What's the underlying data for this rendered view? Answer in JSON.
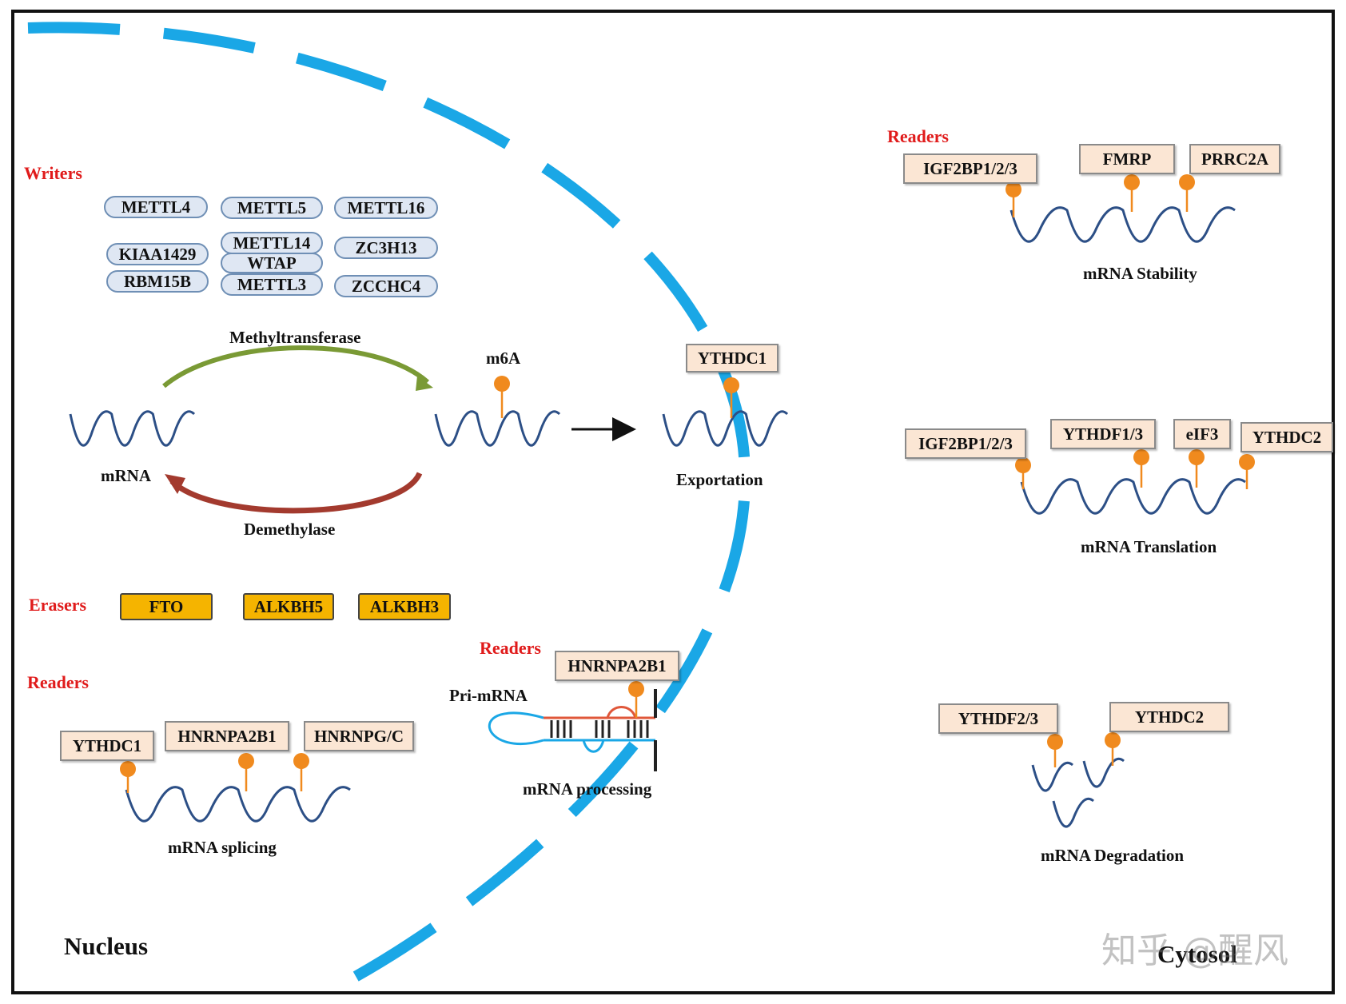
{
  "colors": {
    "membrane": "#1aa7e6",
    "wave": "#2c4f86",
    "pin": "#f08a1e",
    "writer_fill": "#dfe7f3",
    "reader_fill": "#fbe6d4",
    "eraser_fill": "#f5b400",
    "label_red": "#e01b1b",
    "methyl_arrow": "#7a9a35",
    "demethyl_arrow": "#a33a2e"
  },
  "nucleus": {
    "writers_label": "Writers",
    "writers": [
      "METTL4",
      "METTL5",
      "METTL16",
      "KIAA1429",
      "METTL14",
      "WTAP",
      "ZC3H13",
      "RBM15B",
      "METTL3",
      "ZCCHC4"
    ],
    "methyltransferase_label": "Methyltransferase",
    "demethylase_label": "Demethylase",
    "mrna_label": "mRNA",
    "m6a_label": "m6A",
    "export_reader": "YTHDC1",
    "exportation_label": "Exportation",
    "erasers_label": "Erasers",
    "erasers": [
      "FTO",
      "ALKBH5",
      "ALKBH3"
    ],
    "splicing_readers_label": "Readers",
    "splicing_readers": [
      "YTHDC1",
      "HNRNPA2B1",
      "HNRNPG/C"
    ],
    "splicing_label": "mRNA splicing",
    "processing_readers_label": "Readers",
    "processing_reader": "HNRNPA2B1",
    "pri_mrna_label": "Pri-mRNA",
    "processing_label": "mRNA processing",
    "title": "Nucleus"
  },
  "cytosol": {
    "stability_readers_label": "Readers",
    "stability_readers": [
      "IGF2BP1/2/3",
      "FMRP",
      "PRRC2A"
    ],
    "stability_label": "mRNA Stability",
    "translation_readers": [
      "IGF2BP1/2/3",
      "YTHDF1/3",
      "eIF3",
      "YTHDC2"
    ],
    "translation_label": "mRNA Translation",
    "degradation_readers": [
      "YTHDF2/3",
      "YTHDC2"
    ],
    "degradation_label": "mRNA Degradation",
    "title": "Cytosol"
  },
  "watermark": "知乎 @醒风"
}
